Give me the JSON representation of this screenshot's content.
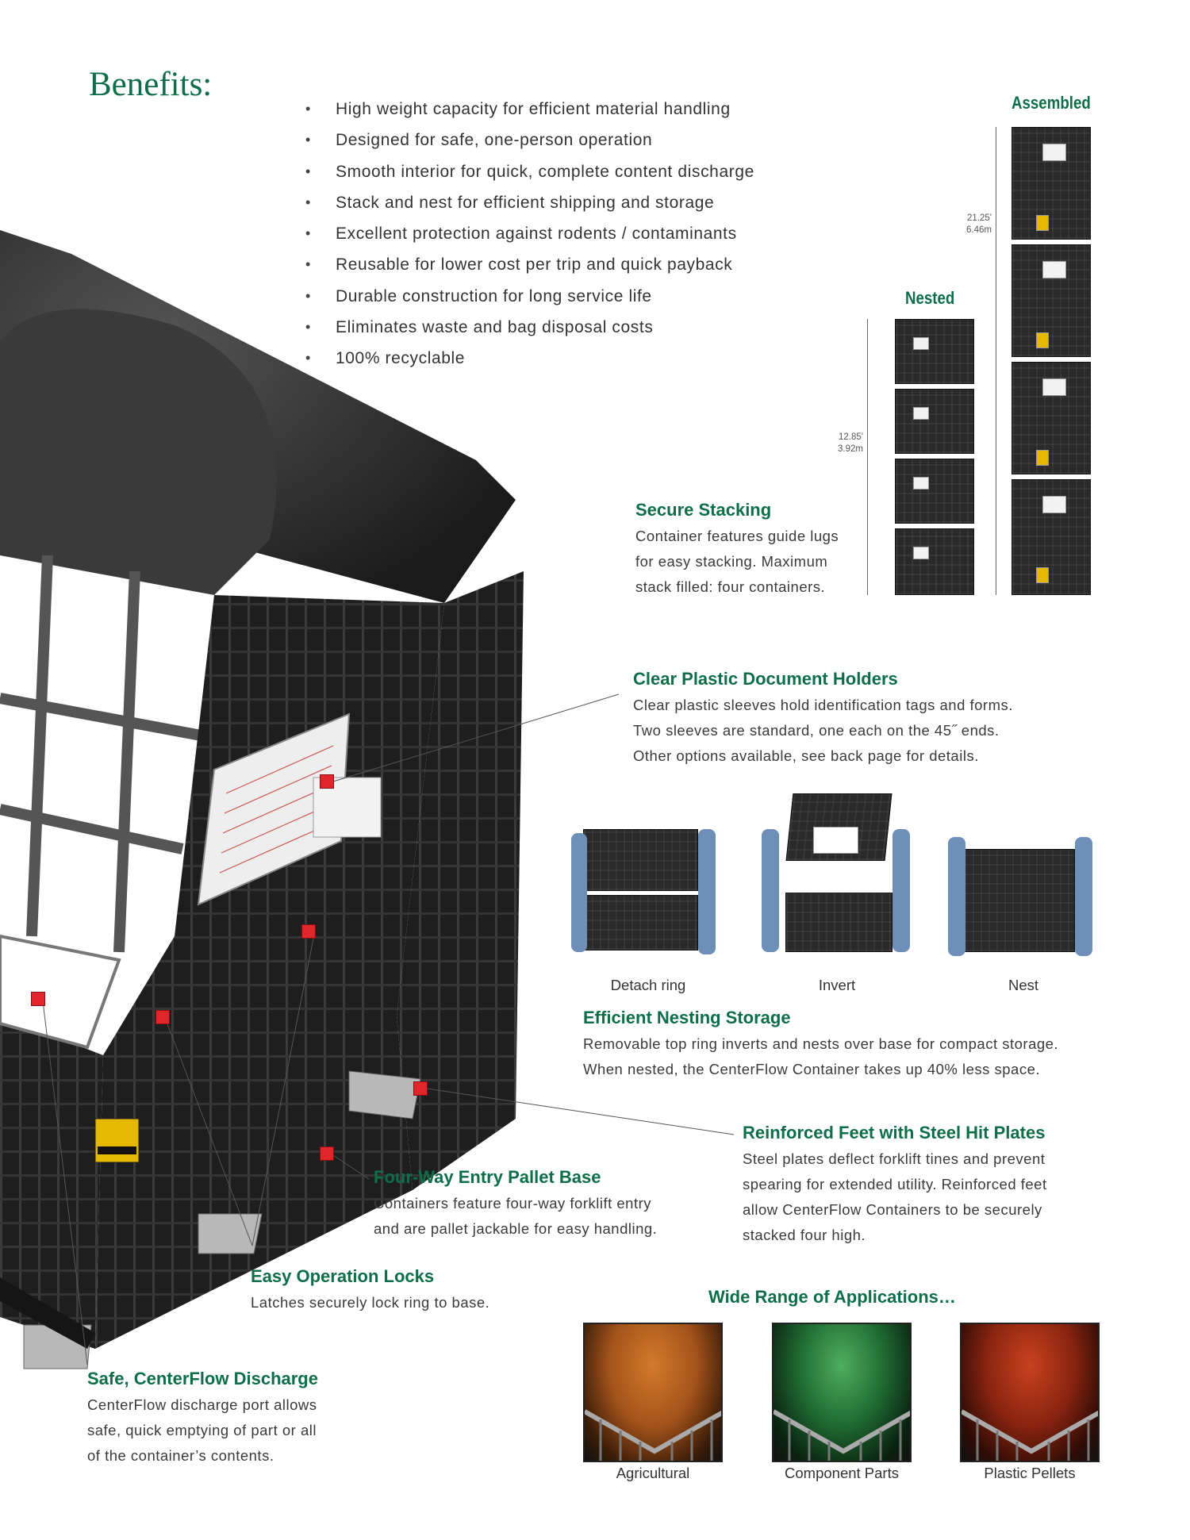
{
  "benefits": {
    "title": "Benefits:",
    "items": [
      "High weight capacity for efficient material handling",
      "Designed for safe, one-person operation",
      "Smooth interior for quick, complete content discharge",
      "Stack and nest for efficient shipping and storage",
      "Excellent protection against rodents / contaminants",
      "Reusable for lower cost per trip and quick payback",
      "Durable construction for long service life",
      "Eliminates waste and bag disposal costs",
      "100% recyclable"
    ]
  },
  "stacks": {
    "assembled_label": "Assembled",
    "nested_label": "Nested",
    "assembled_dim": [
      "21.25'",
      "6.46m"
    ],
    "nested_dim": [
      "12.85'",
      "3.92m"
    ]
  },
  "features": {
    "secure_stacking": {
      "title": "Secure Stacking",
      "body": [
        "Container features guide lugs",
        "for easy stacking. Maximum",
        "stack filled: four containers."
      ]
    },
    "document_holders": {
      "title": "Clear Plastic Document Holders",
      "body": [
        "Clear plastic sleeves hold identification tags and forms.",
        "Two sleeves are standard, one each on the 45˝ ends.",
        "Other options available, see back page for details."
      ]
    },
    "nesting": {
      "title": "Efficient Nesting Storage",
      "body": [
        "Removable top ring inverts and nests over base for compact storage.",
        "When nested, the CenterFlow Container takes up 40% less space."
      ]
    },
    "feet": {
      "title": "Reinforced Feet with Steel Hit Plates",
      "body": [
        "Steel plates deflect forklift tines and prevent",
        "spearing for extended utility. Reinforced feet",
        "allow CenterFlow Containers to be securely",
        "stacked four high."
      ]
    },
    "pallet": {
      "title": "Four-Way Entry Pallet Base",
      "body": [
        "Containers feature four-way forklift entry",
        "and are pallet jackable for easy handling."
      ]
    },
    "locks": {
      "title": "Easy Operation Locks",
      "body": [
        "Latches securely lock ring to base."
      ]
    },
    "discharge": {
      "title": "Safe, CenterFlow Discharge",
      "body": [
        "CenterFlow discharge port allows",
        "safe, quick emptying of part or all",
        "of the container’s contents."
      ]
    }
  },
  "steps": [
    "Detach ring",
    "Invert",
    "Nest"
  ],
  "applications": {
    "title": "Wide Range of Applications…",
    "items": [
      "Agricultural",
      "Component Parts",
      "Plastic Pellets"
    ]
  },
  "colors": {
    "accent": "#0e6e4a",
    "marker": "#e0252b",
    "container": "#2a2a2a"
  }
}
